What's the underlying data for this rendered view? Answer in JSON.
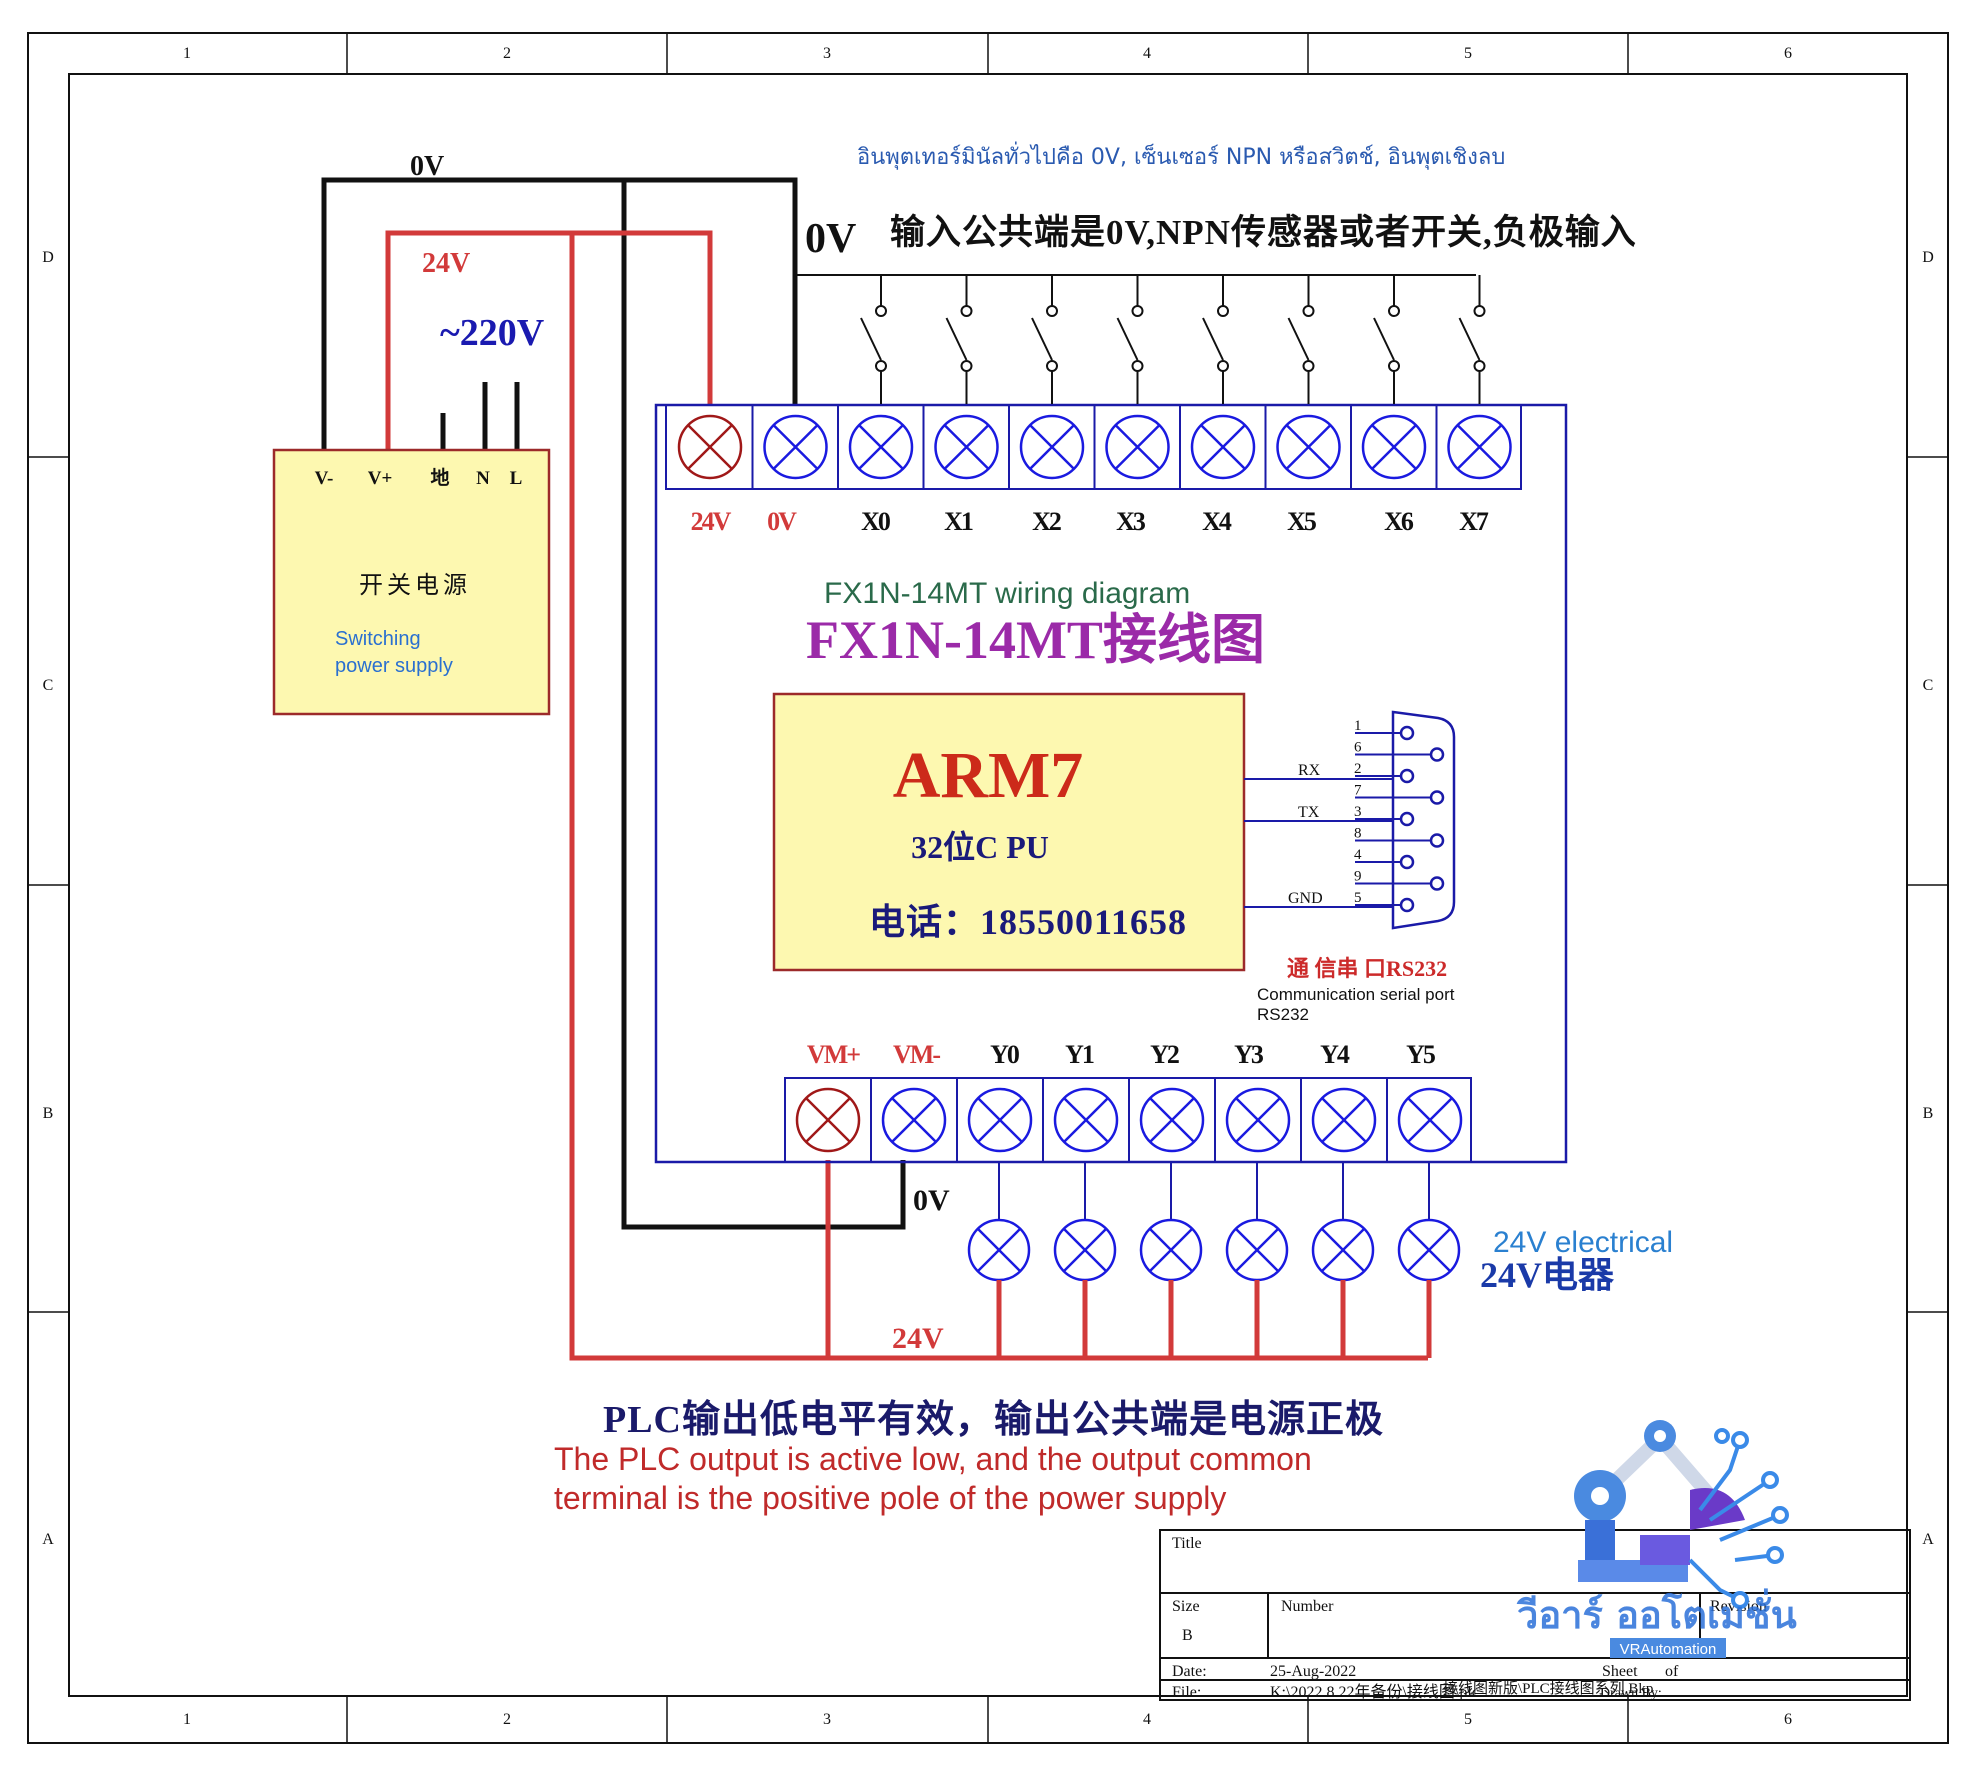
{
  "frame": {
    "columns": [
      "1",
      "2",
      "3",
      "4",
      "5",
      "6"
    ],
    "rows": [
      "D",
      "C",
      "B",
      "A"
    ]
  },
  "colors": {
    "wire_red": "#d23a3a",
    "wire_black": "#111111",
    "terminal_blue": "#1a1ae0",
    "terminal_red": "#a01818",
    "box_fill": "#fdf8b0",
    "box_stroke": "#9c2a2a",
    "plc_outline": "#1a1aa8",
    "title_purple": "#9b2aa8",
    "navy": "#1a1a8c",
    "thai_blue": "#2a5ab0"
  },
  "top_note_thai": "อินพุตเทอร์มินัลทั่วไปคือ 0V, เซ็นเซอร์ NPN หรือสวิตช์, อินพุตเชิงลบ",
  "top_note_cn": "输入公共端是0V,NPN传感器或者开关,负极输入",
  "top_note_0v": "0V",
  "wire_labels": {
    "top_0v": "0V",
    "red_24v": "24V",
    "ac": "~220V",
    "bottom_0v": "0V",
    "bottom_24v": "24V"
  },
  "psu": {
    "pins": [
      "V-",
      "V+",
      "地",
      "N",
      "L"
    ],
    "title_cn": "开关电源",
    "title_en_1": "Switching",
    "title_en_2": "power supply"
  },
  "input_terminals": {
    "labels": [
      "24V",
      "0V",
      "X0",
      "X1",
      "X2",
      "X3",
      "X4",
      "X5",
      "X6",
      "X7"
    ]
  },
  "diagram_title_en": "FX1N-14MT wiring diagram",
  "diagram_title_cn": "FX1N-14MT接线图",
  "cpu": {
    "name": "ARM7",
    "bits": "32位C PU",
    "phone": "电话：18550011658"
  },
  "serial": {
    "pins": [
      "1",
      "6",
      "2",
      "7",
      "3",
      "8",
      "4",
      "9",
      "5"
    ],
    "rx": "RX",
    "tx": "TX",
    "gnd": "GND",
    "label_cn": "通 信串 口RS232",
    "label_en_1": "Communication serial port",
    "label_en_2": "RS232"
  },
  "output_terminals": {
    "labels": [
      "VM+",
      "VM-",
      "Y0",
      "Y1",
      "Y2",
      "Y3",
      "Y4",
      "Y5"
    ]
  },
  "loads": {
    "label_en": "24V electrical",
    "label_cn": "24V电器"
  },
  "bottom_note_cn": "PLC输出低电平有效，输出公共端是电源正极",
  "bottom_note_en_1": "The PLC output is active low, and the output common",
  "bottom_note_en_2": "terminal is the positive pole of the power supply",
  "title_block": {
    "title": "Title",
    "size": "Size",
    "size_value": "B",
    "number": "Number",
    "revision": "Revision",
    "date_label": "Date:",
    "date_value": "25-Aug-2022",
    "file_label": "File:",
    "file_value": "K:\\2022.8.22年备份\\接线图\\plc",
    "file_tail": "接线图新版\\PLC接线图系列.Bkp",
    "sheet": "Sheet",
    "of": "of",
    "drawn_by": "Drawn By:"
  },
  "logo": {
    "thai": "วีอาร์ ออโตเมชั่น",
    "en": "VRAutomation"
  }
}
